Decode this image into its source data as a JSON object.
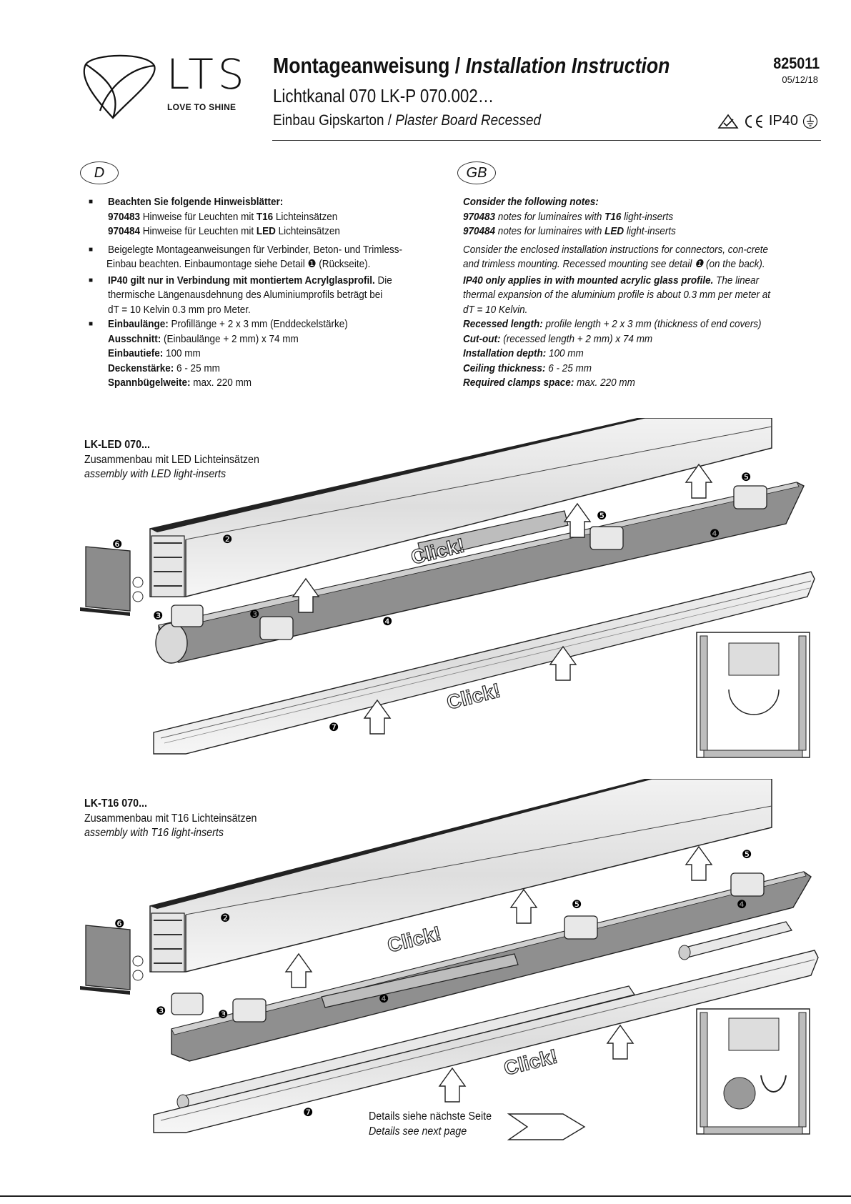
{
  "header": {
    "brand": "LTS",
    "tagline": "LOVE TO SHINE",
    "title_de": "Montageanweisung / ",
    "title_en": "Installation Instruction",
    "product": "Lichtkanal 070   LK-P 070.002…",
    "mounting_de": "Einbau Gipskarton / ",
    "mounting_en": "Plaster Board Recessed",
    "doc_number": "825011",
    "date": "05/12/18",
    "ip_rating": "IP40"
  },
  "lang_badges": {
    "de": "D",
    "en": "GB"
  },
  "german": {
    "notes_heading": "Beachten Sie folgende Hinweisblätter:",
    "note1_code": "970483",
    "note1_pre": " Hinweise für Leuchten mit ",
    "note1_bold": "T16",
    "note1_post": " Lichteinsätzen",
    "note2_code": "970484",
    "note2_pre": " Hinweise für Leuchten mit ",
    "note2_bold": "LED",
    "note2_post": " Lichteinsätzen",
    "enclosed_line1": "Beigelegte Montageanweisungen für Verbinder, Beton- und Trimless-",
    "enclosed_line2": "Einbau beachten. Einbaumontage siehe Detail ❶ (Rückseite).",
    "ip_bold": "IP40 gilt nur in Verbindung mit montiertem Acrylglasprofil.",
    "ip_rest": " Die",
    "ip_line2": "thermische Längenausdehnung des Aluminiumprofils beträgt bei",
    "ip_line3": "dT = 10 Kelvin 0.3 mm pro Meter.",
    "len_label": "Einbaulänge:",
    "len_value": " Profillänge + 2 x 3 mm (Enddeckelstärke)",
    "cut_label": "Ausschnitt:",
    "cut_value": " (Einbaulänge + 2 mm) x 74 mm",
    "depth_label": "Einbautiefe:",
    "depth_value": " 100 mm",
    "ceil_label": "Deckenstärke:",
    "ceil_value": " 6 - 25 mm",
    "clamp_label": "Spannbügelweite:",
    "clamp_value": " max. 220 mm"
  },
  "english": {
    "notes_heading": "Consider the following notes:",
    "note1_code": "970483",
    "note1_pre": " notes for luminaires with ",
    "note1_bold": "T16",
    "note1_post": " light-inserts",
    "note2_code": "970484",
    "note2_pre": " notes for luminaires with ",
    "note2_bold": "LED",
    "note2_post": " light-inserts",
    "enclosed_line1": "Consider the enclosed installation instructions for connectors, con-crete",
    "enclosed_line2": "and trimless mounting. Recessed mounting see detail ❶ (on the back).",
    "ip_bold": "IP40 only applies in with mounted acrylic glass profile.",
    "ip_rest": " The linear",
    "ip_line2": "thermal expansion of the aluminium profile is about 0.3 mm per meter at",
    "ip_line3": "dT = 10 Kelvin.",
    "len_label": "Recessed length:",
    "len_value": " profile length + 2 x 3 mm (thickness of end covers)",
    "cut_label": "Cut-out:",
    "cut_value": " (recessed length + 2 mm) x 74 mm",
    "depth_label": "Installation depth:",
    "depth_value": " 100 mm",
    "ceil_label": "Ceiling thickness:",
    "ceil_value": " 6 - 25 mm",
    "clamp_label": "Required clamps space:",
    "clamp_value": " max. 220 mm"
  },
  "figure_led": {
    "code": "LK-LED 070...",
    "caption_de": "Zusammenbau mit LED Lichteinsätzen",
    "caption_en": "assembly with LED light-inserts",
    "click": "Click!",
    "markers": [
      "❷",
      "❸",
      "❸",
      "❹",
      "❹",
      "❺",
      "❺",
      "❻",
      "❼"
    ]
  },
  "figure_t16": {
    "code": "LK-T16 070...",
    "caption_de": "Zusammenbau mit T16 Lichteinsätzen",
    "caption_en": "assembly with T16 light-inserts",
    "click": "Click!",
    "markers": [
      "❷",
      "❸",
      "❸",
      "❹",
      "❹",
      "❺",
      "❺",
      "❻",
      "❼"
    ]
  },
  "footer": {
    "next_de": "Details siehe nächste Seite",
    "next_en": "Details see next page"
  }
}
